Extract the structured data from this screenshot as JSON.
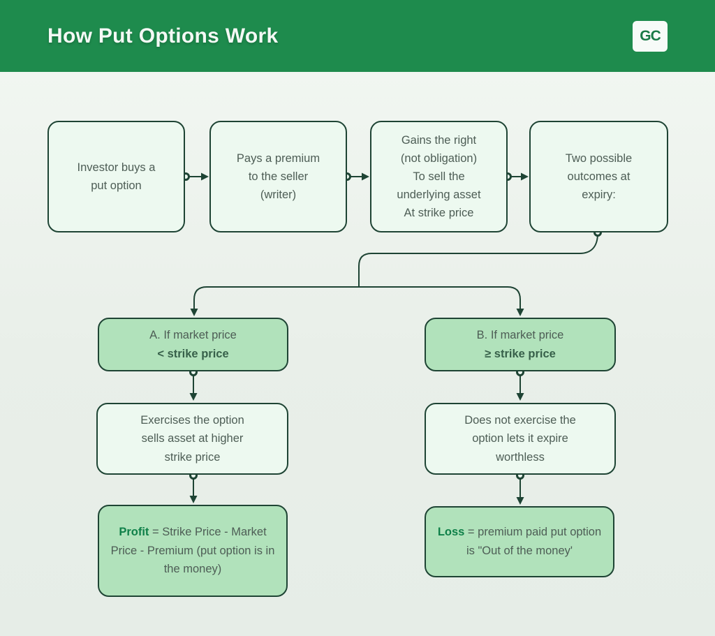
{
  "header": {
    "title": "How Put Options Work",
    "logo_text": "GC"
  },
  "colors": {
    "header_green": "#1e8b4d",
    "line_dark": "#1e4434",
    "box_fill_light": "#edf9f0",
    "box_fill_green": "#b1e2bb",
    "text": "#4d5d55",
    "accent_green": "#0f8049",
    "title_text": "#f4f9f5",
    "logo_bg": "#f7fbf8",
    "logo_text_color": "#1a7a47"
  },
  "flow": {
    "steps": [
      {
        "text": "Investor buys a\nput option"
      },
      {
        "text": "Pays a premium\nto the seller\n(writer)"
      },
      {
        "text": "Gains the right\n(not obligation)\nTo sell the\nunderlying asset\nAt strike price"
      },
      {
        "text": "Two possible\noutcomes at\nexpiry:"
      }
    ],
    "branch_a": {
      "condition_line1": "A. If market price",
      "condition_line2": "< strike price",
      "action": "Exercises the option\nsells asset at higher\nstrike price",
      "outcome_label": "Profit",
      "outcome_rest": "= Strike Price - Market Price - Premium (put option is in the money)"
    },
    "branch_b": {
      "condition_line1": "B. If market price",
      "condition_line2": "≥ strike price",
      "action": "Does not exercise the\noption lets it expire\nworthless",
      "outcome_label": "Loss",
      "outcome_rest": "= premium paid put option is \"Out of the money'"
    }
  }
}
